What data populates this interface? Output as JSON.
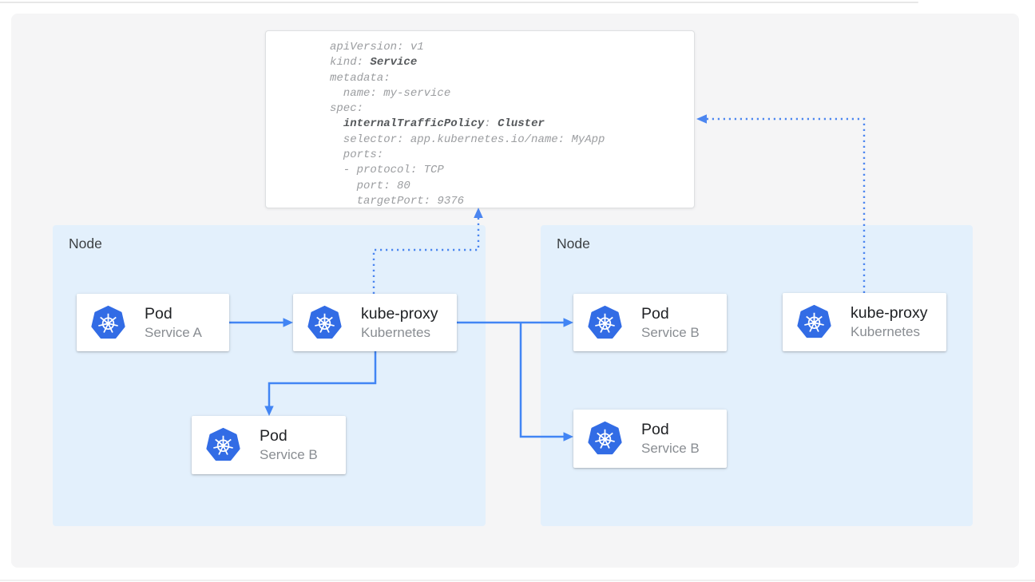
{
  "colors": {
    "accent_blue": "#4285F4",
    "dotted_blue": "#4C86F0",
    "kubernetes_blue": "#326CE5",
    "node_background": "#E3F0FC",
    "panel_background": "#F5F5F6"
  },
  "yaml_panel": {
    "lines": [
      [
        {
          "t": "apiVersion: v1",
          "b": false
        }
      ],
      [
        {
          "t": "kind: ",
          "b": false
        },
        {
          "t": "Service",
          "b": true
        }
      ],
      [
        {
          "t": "metadata:",
          "b": false
        }
      ],
      [
        {
          "t": "  name: my-service",
          "b": false
        }
      ],
      [
        {
          "t": "spec:",
          "b": false
        }
      ],
      [
        {
          "t": "  ",
          "b": false
        },
        {
          "t": "internalTrafficPolicy",
          "b": true
        },
        {
          "t": ": ",
          "b": false
        },
        {
          "t": "Cluster",
          "b": true
        }
      ],
      [
        {
          "t": "  selector: app.kubernetes.io/name: MyApp",
          "b": false
        }
      ],
      [
        {
          "t": "  ports:",
          "b": false
        }
      ],
      [
        {
          "t": "  - protocol: TCP",
          "b": false
        }
      ],
      [
        {
          "t": "    port: 80",
          "b": false
        }
      ],
      [
        {
          "t": "    targetPort: 9376",
          "b": false
        }
      ]
    ]
  },
  "diagram": {
    "nodes": [
      {
        "label": "Node"
      },
      {
        "label": "Node"
      }
    ],
    "cards": [
      {
        "title": "Pod",
        "subtitle": "Service A",
        "icon": "kubernetes-icon"
      },
      {
        "title": "kube-proxy",
        "subtitle": "Kubernetes",
        "icon": "kubernetes-icon"
      },
      {
        "title": "Pod",
        "subtitle": "Service B",
        "icon": "kubernetes-icon"
      },
      {
        "title": "Pod",
        "subtitle": "Service B",
        "icon": "kubernetes-icon"
      },
      {
        "title": "Pod",
        "subtitle": "Service B",
        "icon": "kubernetes-icon"
      },
      {
        "title": "kube-proxy",
        "subtitle": "Kubernetes",
        "icon": "kubernetes-icon"
      }
    ]
  }
}
